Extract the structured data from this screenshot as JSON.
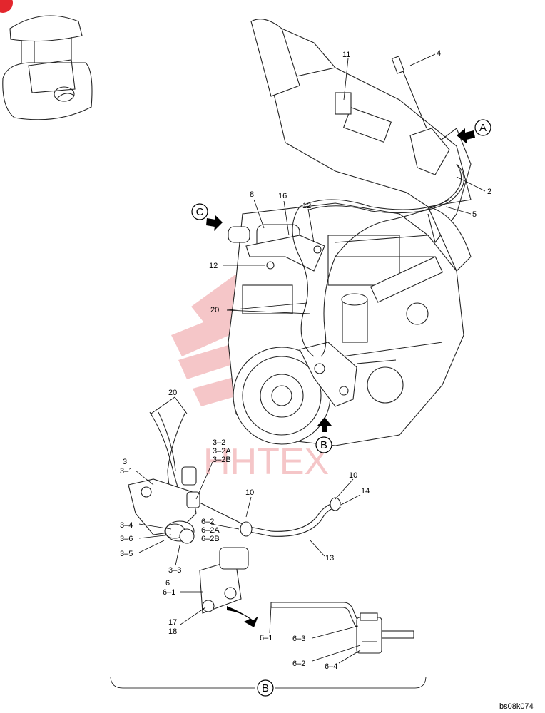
{
  "diagram_id": "bs08k074",
  "watermark": "HHTEX",
  "callouts": {
    "A": "A",
    "B_top": "B",
    "C": "C",
    "B_bottom": "B"
  },
  "labels": {
    "l4": "4",
    "l11": "11",
    "l2": "2",
    "l5": "5",
    "l8": "8",
    "l16": "16",
    "l12a": "12",
    "l12b": "12",
    "l20a": "20",
    "l20b": "20",
    "l3": "3",
    "l3_1": "3–1",
    "l3_2": "3–2",
    "l3_2A": "3–2A",
    "l3_2B": "3–2B",
    "l3_4": "3–4",
    "l3_6": "3–6",
    "l3_5": "3–5",
    "l3_3": "3–3",
    "l6_2": "6–2",
    "l6_2A": "6–2A",
    "l6_2B": "6–2B",
    "l10a": "10",
    "l10b": "10",
    "l14": "14",
    "l13": "13",
    "l6": "6",
    "l6_1": "6–1",
    "l17": "17",
    "l18": "18",
    "l6_1b": "6–1",
    "l6_3": "6–3",
    "l6_2b": "6–2",
    "l6_4": "6–4"
  },
  "colors": {
    "badge": "#e3262d",
    "watermark": "#f2b3b6",
    "line": "#222222"
  }
}
